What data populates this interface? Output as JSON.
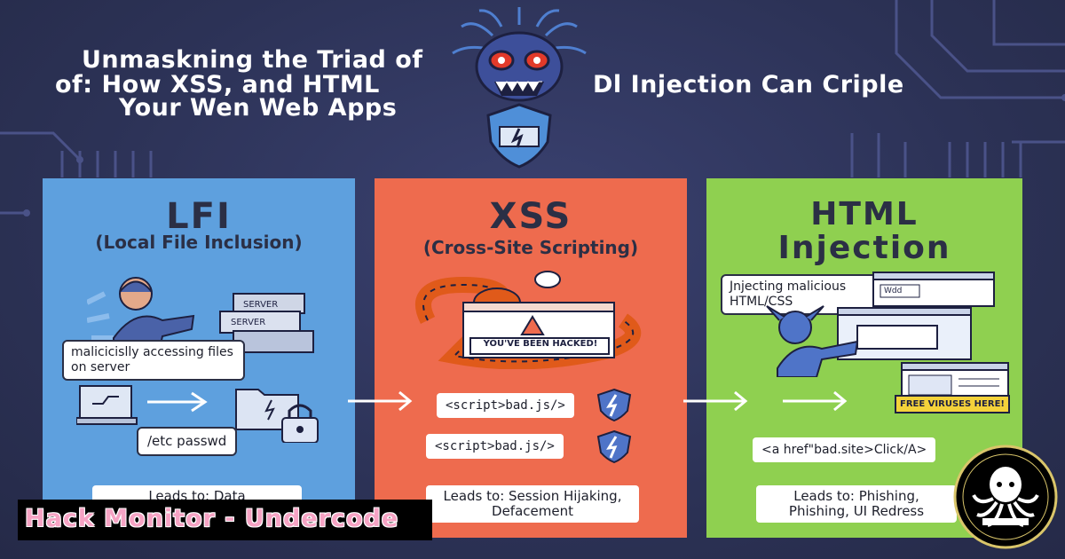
{
  "title": {
    "line1": "Unmaskning the Triad of",
    "line2": "of: How  XSS, and HTML",
    "line2_right": "Dl Injection Can Criple",
    "line3": "Your Wen Web Apps"
  },
  "panels": {
    "lfi": {
      "heading": "LFI",
      "subheading": "(Local File Inclusion)",
      "server_labels": [
        "SERVER",
        "SERVER"
      ],
      "bubble": "malicicislly accessing files on server",
      "path": "/etc passwd",
      "lead": "Leads to: Data"
    },
    "xss": {
      "heading": "XSS",
      "subheading": "(Cross-Site Scripting)",
      "alert": "YOU'VE BEEN HACKED!",
      "code1": "<script>bad.js/>",
      "code2": "<script>bad.js/>",
      "lead": "Leads to: Session Hijaking, Defacement"
    },
    "html": {
      "heading": "HTML Injection",
      "bubble": "Jnjecting malicious HTML/CSS",
      "window_text": "Wdd",
      "banner": "FREE VIRUSES HERE!",
      "code": "<a href\"bad.site>Click/A>",
      "lead": "Leads to: Phishing, Phishing, UI Redress"
    }
  },
  "brand": {
    "label": "Hack Monitor - Undercode"
  },
  "logo": {
    "icon": "octopus-icon"
  },
  "colors": {
    "background": "#2e3458",
    "lfi": "#5ea0de",
    "xss": "#ee6b4e",
    "html": "#8fd050",
    "brand_text": "#f6a3c4"
  }
}
